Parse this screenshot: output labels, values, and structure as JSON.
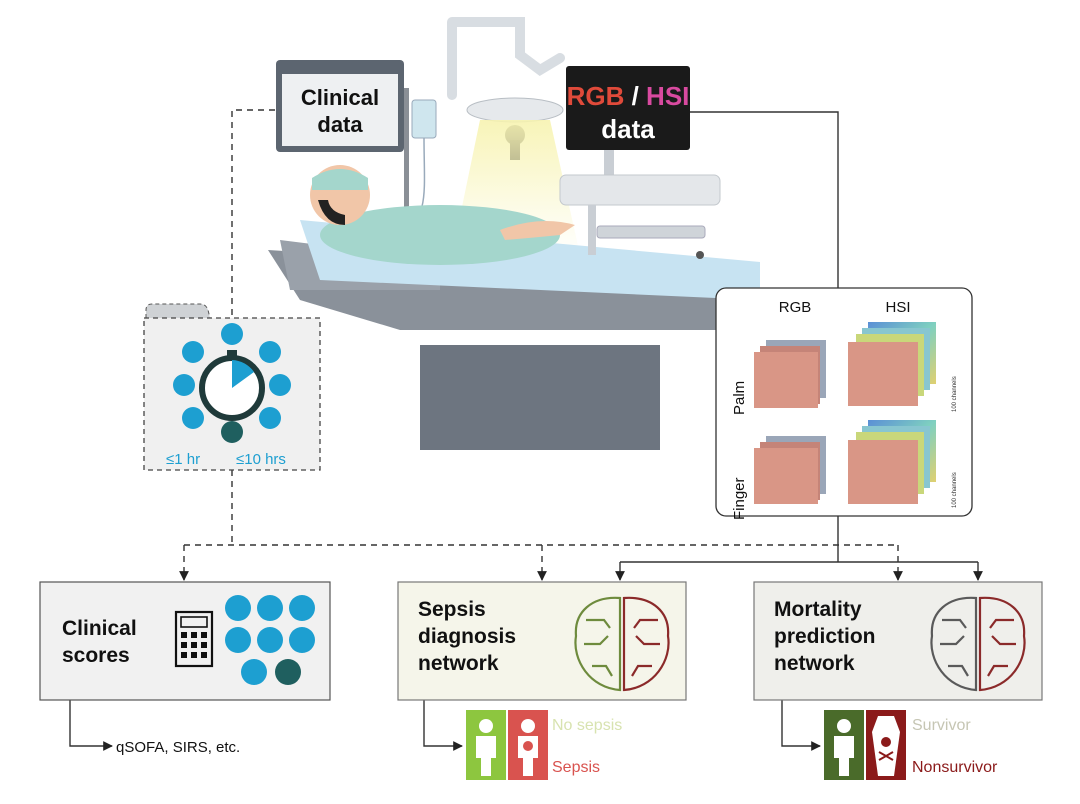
{
  "monitor_clinical": {
    "line1": "Clinical",
    "line2": "data"
  },
  "monitor_rgbhsi": {
    "rgb": "RGB",
    "slash": " / ",
    "hsi": "HSI",
    "data": "data"
  },
  "folder": {
    "time_short": "≤1 hr",
    "time_long": "≤10 hrs"
  },
  "imaging_panel": {
    "col_rgb": "RGB",
    "col_hsi": "HSI",
    "row_palm": "Palm",
    "row_finger": "Finger",
    "channels_note": "100 channels"
  },
  "boxes": {
    "clinical_scores": {
      "line1": "Clinical",
      "line2": "scores"
    },
    "sepsis": {
      "line1": "Sepsis",
      "line2": "diagnosis",
      "line3": "network"
    },
    "mortality": {
      "line1": "Mortality",
      "line2": "prediction",
      "line3": "network"
    }
  },
  "outputs": {
    "scores": "qSOFA, SIRS, etc.",
    "no_sepsis": "No sepsis",
    "sepsis": "Sepsis",
    "survivor": "Survivor",
    "nonsurvivor": "Nonsurvivor"
  },
  "colors": {
    "teal": "#1d9fd1",
    "dark_teal": "#1f5f5f",
    "sepsis_green": "#8dc63f",
    "sepsis_red": "#d9534f",
    "mortality_green": "#4a6b2a",
    "mortality_red": "#8b1a1a",
    "brain_green": "#6e8b3d",
    "brain_red": "#8b2a2a"
  }
}
